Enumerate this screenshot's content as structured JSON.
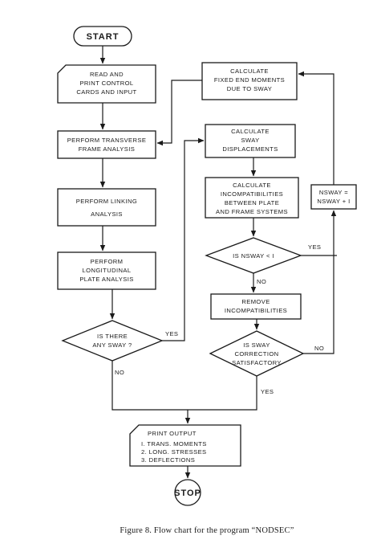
{
  "nodes": {
    "start": "START",
    "read_input": [
      "READ AND",
      "PRINT CONTROL",
      "CARDS AND INPUT"
    ],
    "transverse": [
      "PERFORM TRANSVERSE",
      "FRAME ANALYSIS"
    ],
    "linking": [
      "PERFORM LINKING",
      "ANALYSIS"
    ],
    "longitudinal": [
      "PERFORM",
      "LONGITUDINAL",
      "PLATE ANALYSIS"
    ],
    "any_sway": [
      "IS THERE",
      "ANY SWAY ?"
    ],
    "fixed_end": [
      "CALCULATE",
      "FIXED END MOMENTS",
      "DUE TO SWAY"
    ],
    "sway_disp": [
      "CALCULATE",
      "SWAY",
      "DISPLACEMENTS"
    ],
    "incompat": [
      "CALCULATE",
      "INCOMPATIBILITIES",
      "BETWEEN PLATE",
      "AND FRAME SYSTEMS"
    ],
    "nsway_check": "IS NSWAY < I",
    "remove": [
      "REMOVE",
      "INCOMPATIBILITIES"
    ],
    "sway_ok": [
      "IS SWAY",
      "CORRECTION",
      "SATISFACTORY"
    ],
    "nsway_inc": [
      "NSWAY =",
      "NSWAY + I"
    ],
    "print_output": [
      "PRINT OUTPUT",
      "I.     TRANS. MOMENTS",
      "2.     LONG. STRESSES",
      "3.     DEFLECTIONS"
    ],
    "stop": "STOP"
  },
  "labels": {
    "yes": "YES",
    "no": "NO"
  },
  "caption": "Figure 8.  Flow chart for the program “NODSEC”"
}
